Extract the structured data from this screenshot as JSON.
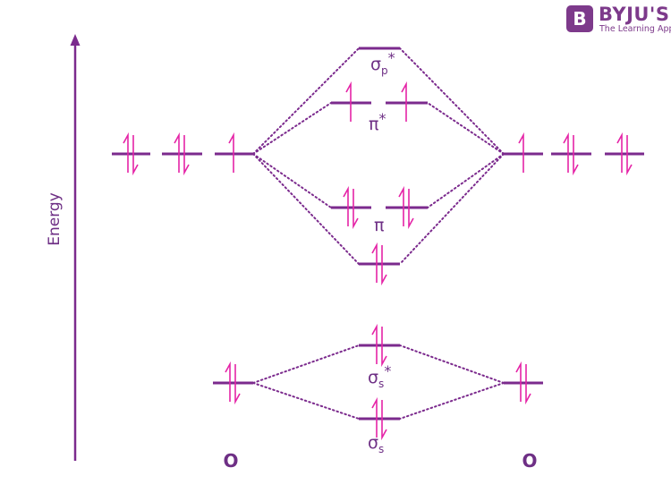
{
  "logo": {
    "badge_letter": "B",
    "brand": "BYJU'S",
    "tagline": "The Learning App"
  },
  "axis": {
    "label": "Energy"
  },
  "atoms": {
    "left": "O",
    "right": "O"
  },
  "orbital_labels": {
    "sigma_p_star": {
      "base": "σ",
      "sub": "p",
      "sup": "*"
    },
    "pi_star": {
      "base": "π",
      "sup": "*"
    },
    "pi": {
      "base": "π"
    },
    "sigma_s_star": {
      "base": "σ",
      "sub": "s",
      "sup": "*"
    },
    "sigma_s": {
      "base": "σ",
      "sub": "s"
    }
  },
  "electrons": {
    "left_2p": [
      "paired",
      "paired",
      "up"
    ],
    "right_2p": [
      "up",
      "paired",
      "paired"
    ],
    "left_2s": [
      "paired"
    ],
    "right_2s": [
      "paired"
    ],
    "sigma_p_star": [
      "empty"
    ],
    "pi_star": [
      "up",
      "up"
    ],
    "pi": [
      "paired",
      "paired"
    ],
    "sigma_p": [
      "paired"
    ],
    "sigma_s_star": [
      "paired"
    ],
    "sigma_s": [
      "paired"
    ]
  },
  "colors": {
    "level": "#7b2a8d",
    "electron_arrow": "#e524a7",
    "text": "#6e2f85",
    "brand": "#7d3a8b"
  }
}
